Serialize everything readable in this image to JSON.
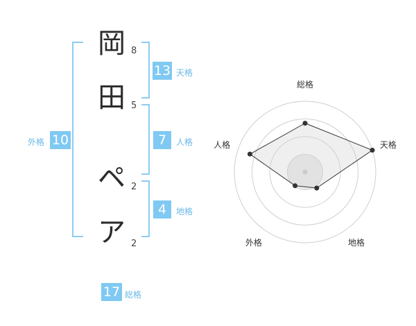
{
  "name": {
    "chars": [
      {
        "char": "岡",
        "strokes": "8"
      },
      {
        "char": "田",
        "strokes": "5"
      },
      {
        "char": "ペ",
        "strokes": "2"
      },
      {
        "char": "ア",
        "strokes": "2"
      }
    ]
  },
  "fortunes": {
    "tenkaku": {
      "value": "13",
      "label": "天格"
    },
    "jinkaku": {
      "value": "7",
      "label": "人格"
    },
    "chikaku": {
      "value": "4",
      "label": "地格"
    },
    "gaikaku": {
      "value": "10",
      "label": "外格"
    },
    "soukaku": {
      "value": "17",
      "label": "総格"
    }
  },
  "colors": {
    "accent": "#7fc9f3",
    "bracket": "#8ccdf2",
    "label": "#6ab9e8"
  },
  "chart_data": {
    "type": "radar",
    "axes": [
      "総格",
      "天格",
      "地格",
      "外格",
      "人格"
    ],
    "values": [
      0.69,
      1.0,
      0.28,
      0.24,
      0.82
    ],
    "rings": 4,
    "title": ""
  }
}
